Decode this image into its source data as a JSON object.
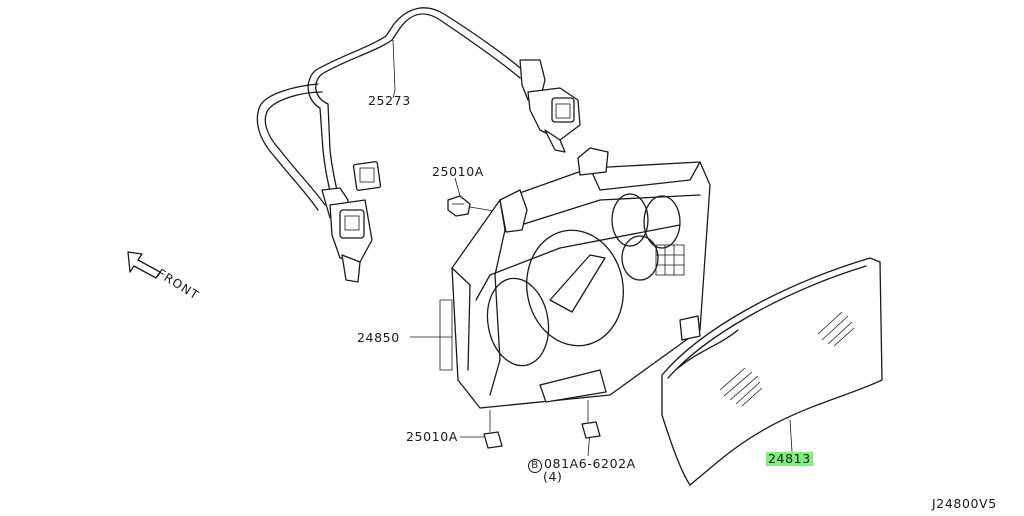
{
  "labels": {
    "harness_part": "25273",
    "screw_top": "25010A",
    "cluster_part": "24850",
    "screw_bottom": "25010A",
    "bolt_prefix": "B",
    "bolt_part": "081A6-6202A",
    "bolt_qty": "(4)",
    "lens_part": "24813",
    "front": "FRONT",
    "diagram_id": "J24800V5"
  },
  "colors": {
    "highlight": "#7ef07e",
    "line": "#1a1a1a",
    "background": "#ffffff"
  }
}
